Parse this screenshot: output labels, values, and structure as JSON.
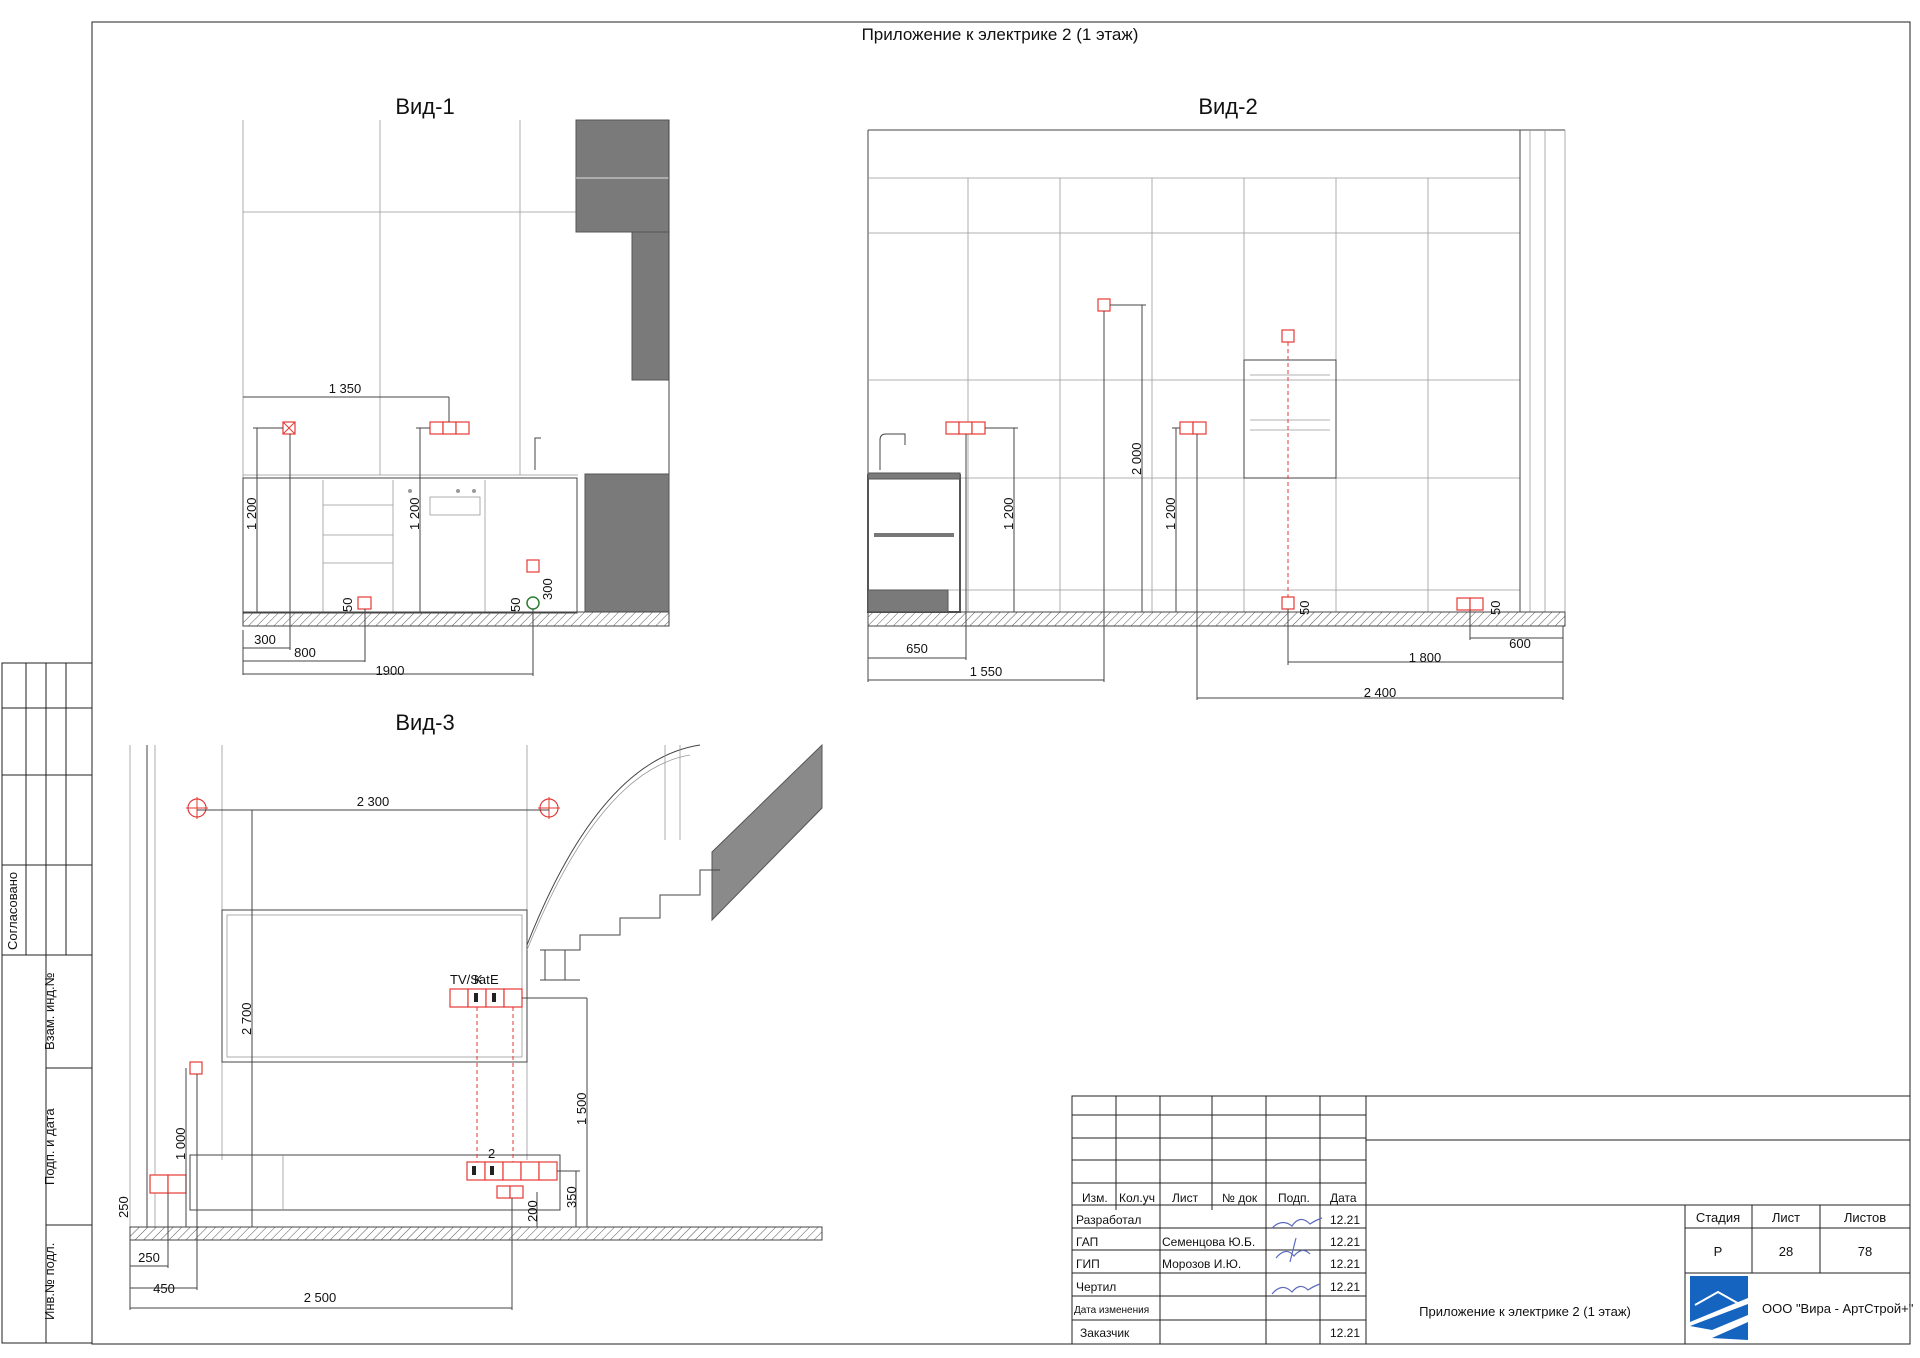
{
  "sheet": {
    "title": "Приложение к электрике 2 (1 этаж)",
    "views": {
      "v1": "Вид-1",
      "v2": "Вид-2",
      "v3": "Вид-3"
    },
    "side_stamp": {
      "agreed": "Согласовано",
      "ref_no": "Взам. инд.№",
      "sign_date": "Подп. и дата",
      "inv_no": "Инв.№ подл."
    }
  },
  "view1_dims": {
    "top": "1 350",
    "h1": "1 200",
    "h2": "1 200",
    "s1": "50",
    "s2": "50",
    "s3": "300",
    "b1": "300",
    "b2": "800",
    "b3": "1900"
  },
  "view2_dims": {
    "h1": "1 200",
    "h2": "1 200",
    "h3": "2 000",
    "s1": "50",
    "s2": "50",
    "b1": "650",
    "b2": "1 550",
    "b3": "600",
    "b4": "1 800",
    "b5": "2 400"
  },
  "view3_dims": {
    "top": "2 300",
    "h1": "2 700",
    "h2": "1 000",
    "h3": "1 500",
    "h4": "350",
    "h5": "200",
    "l1": "250",
    "b1": "250",
    "b2": "450",
    "b3": "2 500",
    "tv": "TV/Sat",
    "net": "2",
    "k": "K",
    "e": "E"
  },
  "title_block": {
    "headers": [
      "Изм.",
      "Кол.уч",
      "Лист",
      "№ док",
      "Подп.",
      "Дата"
    ],
    "rows": [
      {
        "role": "Разработал",
        "name": "",
        "date": "12.21"
      },
      {
        "role": "ГАП",
        "name": "Семенцова Ю.Б.",
        "date": "12.21"
      },
      {
        "role": "ГИП",
        "name": "Морозов И.Ю.",
        "date": "12.21"
      },
      {
        "role": "Чертил",
        "name": "",
        "date": "12.21"
      },
      {
        "role": "Дата изменения",
        "name": "",
        "date": ""
      },
      {
        "role": "Заказчик",
        "name": "",
        "date": "12.21"
      }
    ],
    "doc_title": "Приложение к электрике 2 (1 этаж)",
    "stage_label": "Стадия",
    "sheet_label": "Лист",
    "sheets_label": "Листов",
    "stage": "Р",
    "sheet": "28",
    "sheets": "78",
    "company": "ООО \"Вира - АртСтрой+\""
  }
}
